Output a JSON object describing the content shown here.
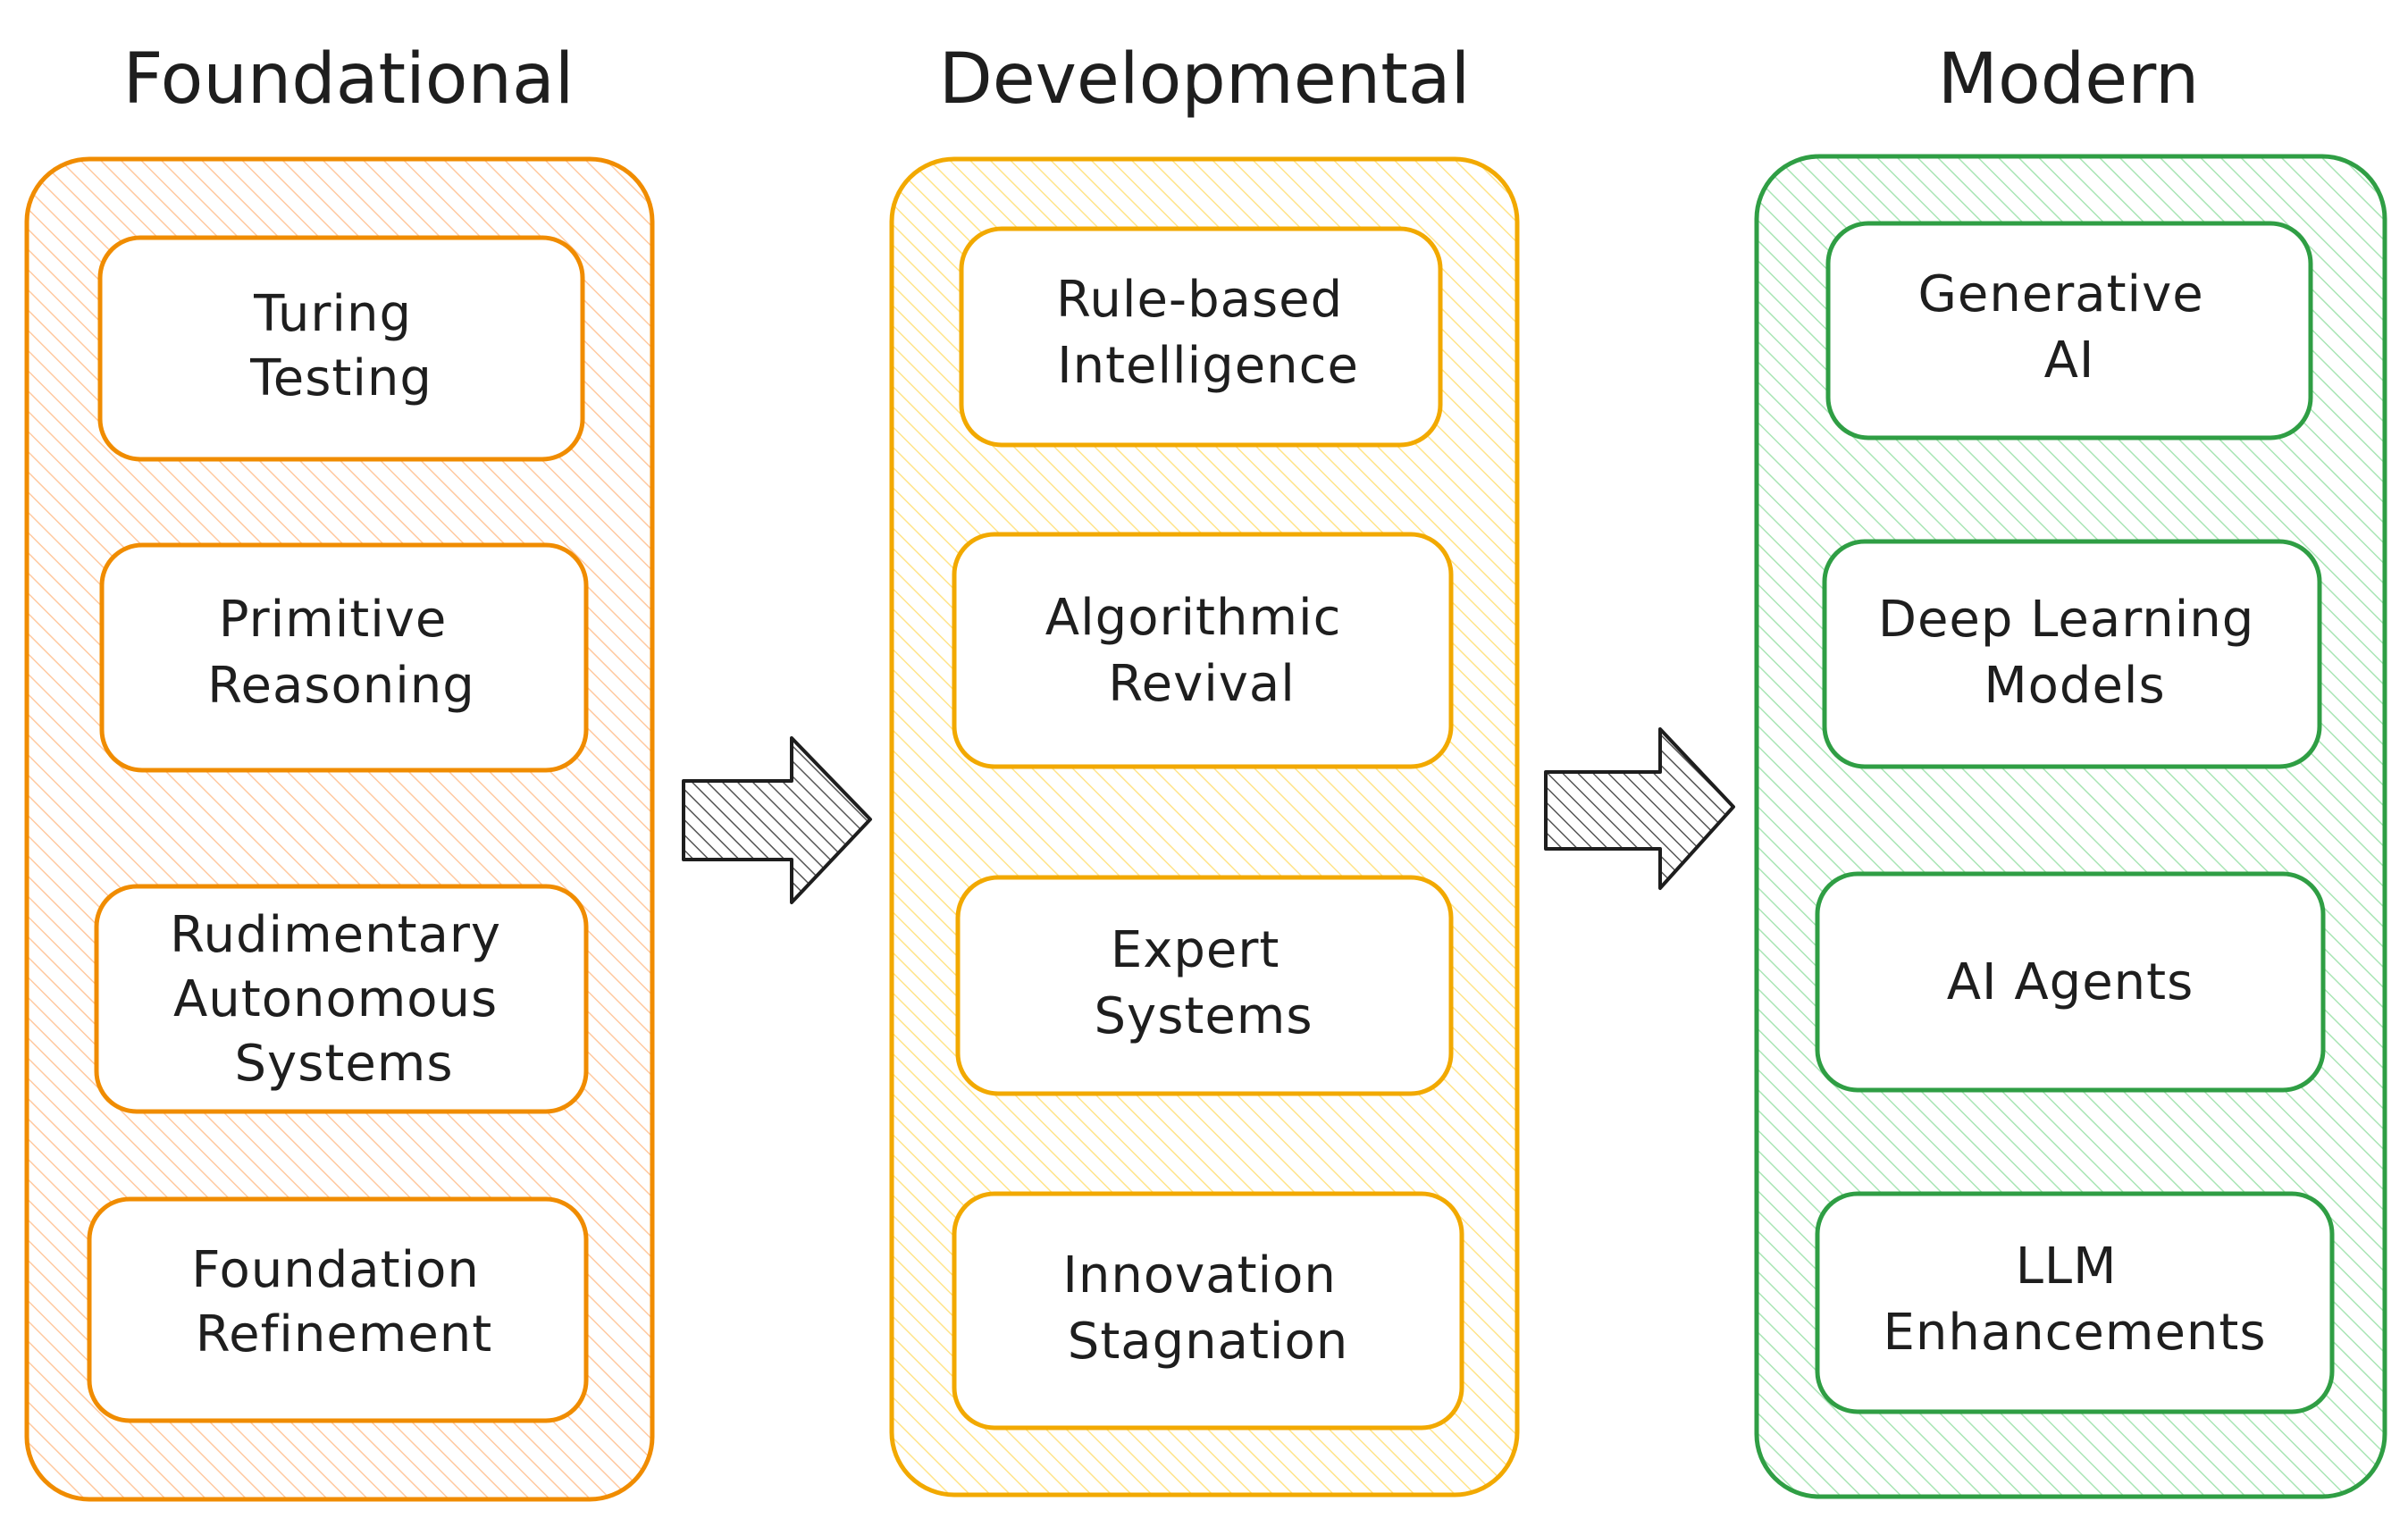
{
  "stages": [
    {
      "title": "Foundational",
      "color": "#f08c00",
      "hatch_color": "#ffc9a0",
      "items": [
        [
          "Turing",
          "Testing"
        ],
        [
          "Primitive",
          "Reasoning"
        ],
        [
          "Rudimentary",
          "Autonomous",
          "Systems"
        ],
        [
          "Foundation",
          "Refinement"
        ]
      ]
    },
    {
      "title": "Developmental",
      "color": "#f2a900",
      "hatch_color": "#ffe48a",
      "items": [
        [
          "Rule-based",
          "Intelligence"
        ],
        [
          "Algorithmic",
          "Revival"
        ],
        [
          "Expert",
          "Systems"
        ],
        [
          "Innovation",
          "Stagnation"
        ]
      ]
    },
    {
      "title": "Modern",
      "color": "#2f9e44",
      "hatch_color": "#a9e5b5",
      "items": [
        [
          "Generative",
          "AI"
        ],
        [
          "Deep Learning",
          "Models"
        ],
        [
          "AI Agents"
        ],
        [
          "LLM",
          "Enhancements"
        ]
      ]
    }
  ],
  "arrows": [
    {
      "from": "Foundational",
      "to": "Developmental",
      "icon": "right-arrow-icon"
    },
    {
      "from": "Developmental",
      "to": "Modern",
      "icon": "right-arrow-icon"
    }
  ]
}
